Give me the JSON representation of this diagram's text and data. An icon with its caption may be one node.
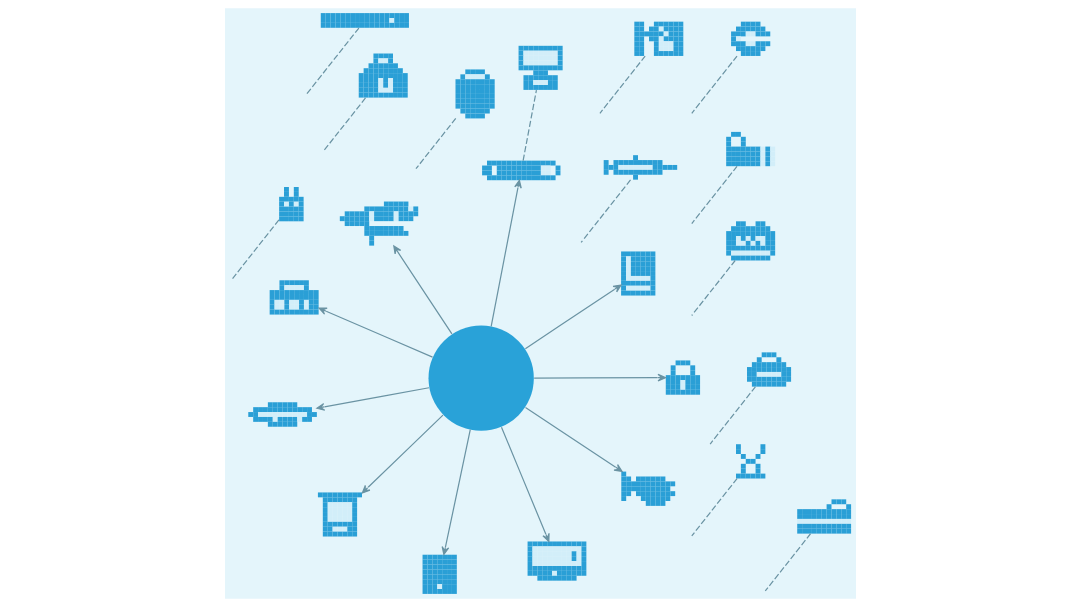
{
  "diagram": {
    "nodes": [
      {
        "text": [],
        "shape": "circle"
      },
      {
        "text": [],
        "shape": "picture"
      },
      {
        "text": [],
        "shape": "picture"
      },
      {
        "text": [],
        "shape": "picture"
      },
      {
        "text": [],
        "shape": "picture"
      },
      {
        "text": [],
        "shape": "picture"
      },
      {
        "text": [],
        "shape": "picture"
      },
      {
        "text": [],
        "shape": "picture"
      },
      {
        "text": [],
        "shape": "picture"
      },
      {
        "text": [],
        "shape": "picture"
      },
      {
        "text": [],
        "shape": "picture"
      },
      {
        "text": [],
        "shape": "picture"
      },
      {
        "text": [],
        "shape": "picture"
      },
      {
        "text": [],
        "shape": "picture"
      },
      {
        "text": [],
        "shape": "picture"
      },
      {
        "text": [],
        "shape": "picture"
      },
      {
        "text": [],
        "shape": "picture"
      },
      {
        "text": [],
        "shape": "picture"
      },
      {
        "text": [],
        "shape": "picture"
      },
      {
        "text": [],
        "shape": "picture"
      },
      {
        "text": [],
        "shape": "picture"
      },
      {
        "text": [],
        "shape": "picture"
      },
      {
        "text": [],
        "shape": "picture"
      },
      {
        "text": [],
        "shape": "picture"
      }
    ],
    "edges": [
      {
        "from": 0,
        "to": 8,
        "arrow": "to"
      },
      {
        "from": 0,
        "to": 2,
        "arrow": "to"
      },
      {
        "from": 0,
        "to": 3,
        "arrow": "to"
      },
      {
        "from": 0,
        "to": 7,
        "arrow": "to"
      },
      {
        "from": 0,
        "to": 12,
        "arrow": "to"
      },
      {
        "from": 0,
        "to": 18,
        "arrow": "to"
      },
      {
        "from": 0,
        "to": 21,
        "arrow": "to"
      },
      {
        "from": 0,
        "to": 17,
        "arrow": "to"
      },
      {
        "from": 0,
        "to": 16,
        "arrow": "to"
      },
      {
        "from": 0,
        "to": 11,
        "arrow": "to"
      },
      {
        "from": 1,
        "to": null,
        "arrow": "none",
        "style": "dashed"
      },
      {
        "from": 4,
        "to": null,
        "arrow": "none",
        "style": "dashed"
      },
      {
        "from": 5,
        "to": null,
        "arrow": "none",
        "style": "dashed"
      },
      {
        "from": 6,
        "to": null,
        "arrow": "none",
        "style": "dashed"
      },
      {
        "from": 9,
        "to": null,
        "arrow": "none",
        "style": "dashed"
      },
      {
        "from": 10,
        "to": null,
        "arrow": "none",
        "style": "dashed"
      },
      {
        "from": 13,
        "to": null,
        "arrow": "none",
        "style": "dashed"
      },
      {
        "from": 14,
        "to": null,
        "arrow": "none",
        "style": "dashed"
      },
      {
        "from": 15,
        "to": null,
        "arrow": "none",
        "style": "dashed"
      },
      {
        "from": 17,
        "to": 23,
        "arrow": "none",
        "style": "dashed"
      },
      {
        "from": 19,
        "to": null,
        "arrow": "none",
        "style": "dashed"
      },
      {
        "from": 20,
        "to": null,
        "arrow": "none",
        "style": "dashed"
      },
      {
        "from": 22,
        "to": null,
        "arrow": "none",
        "style": "dashed"
      }
    ]
  }
}
